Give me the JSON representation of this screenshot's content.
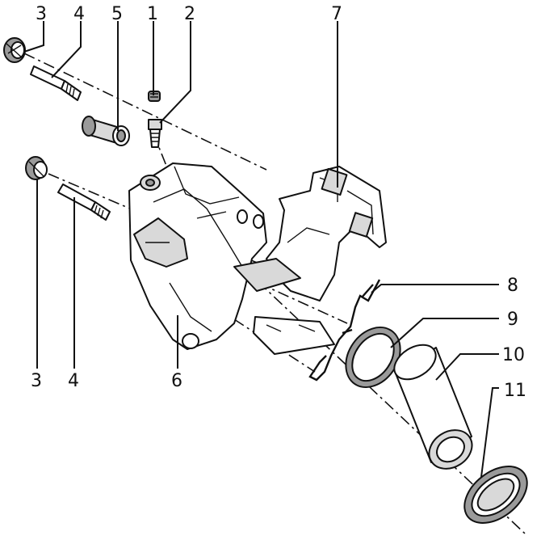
{
  "diagram": {
    "callouts": {
      "c1": "1",
      "c2": "2",
      "c3a": "3",
      "c4a": "4",
      "c5": "5",
      "c7": "7",
      "c8": "8",
      "c9": "9",
      "c10": "10",
      "c11": "11",
      "c3b": "3",
      "c4b": "4",
      "c6": "6"
    },
    "colors": {
      "ink": "#111111",
      "paper": "#ffffff",
      "shade": "#d9d9d9",
      "dark": "#9a9a9a"
    }
  }
}
